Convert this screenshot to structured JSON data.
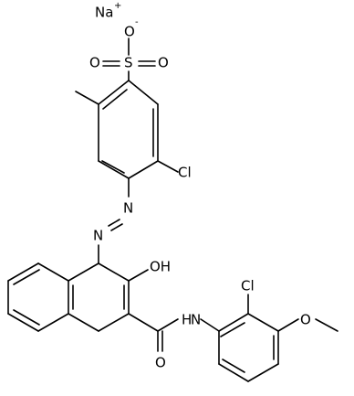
{
  "molecule": {
    "atom_labels": {
      "sodium": "Na",
      "sodium_charge": "+",
      "oxide_charge": "-",
      "sulfonyl_o_top": "O",
      "sulfur": "S",
      "sulfonyl_o_left": "O",
      "sulfonyl_o_right": "O",
      "chloro_upper": "Cl",
      "azo_n_upper": "N",
      "azo_n_lower": "N",
      "hydroxyl": "OH",
      "amide_nh": "H",
      "amide_n": "N",
      "chloro_lower": "Cl",
      "carbonyl_o": "O",
      "methoxy_o": "O"
    }
  }
}
